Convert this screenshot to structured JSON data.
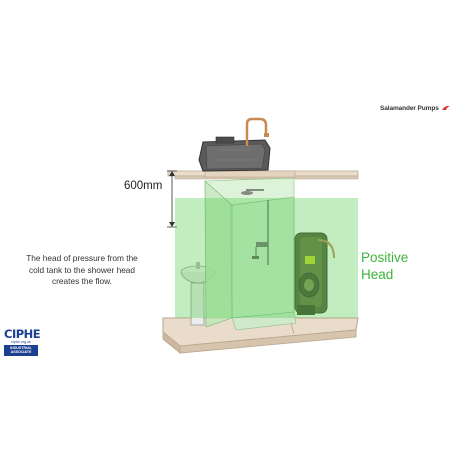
{
  "brand": {
    "name": "Salamander Pumps"
  },
  "measurement": {
    "label": "600mm"
  },
  "caption": {
    "text": "The head of pressure from the cold tank to the shower head creates the flow."
  },
  "head_label": {
    "line1": "Positive",
    "line2": "Head"
  },
  "ciphe": {
    "logo": "CIPHE",
    "url": "ciphe.org.uk",
    "badge_line1": "INDUSTRIAL",
    "badge_line2": "ASSOCIATE"
  },
  "colors": {
    "positive_head": "#3cb43c",
    "ciphe_blue": "#1d3f8f",
    "brand_red": "#d9342b"
  },
  "icons": [
    "cold-water-tank-icon",
    "shower-head-icon",
    "pump-icon",
    "ceiling-beam-icon"
  ]
}
